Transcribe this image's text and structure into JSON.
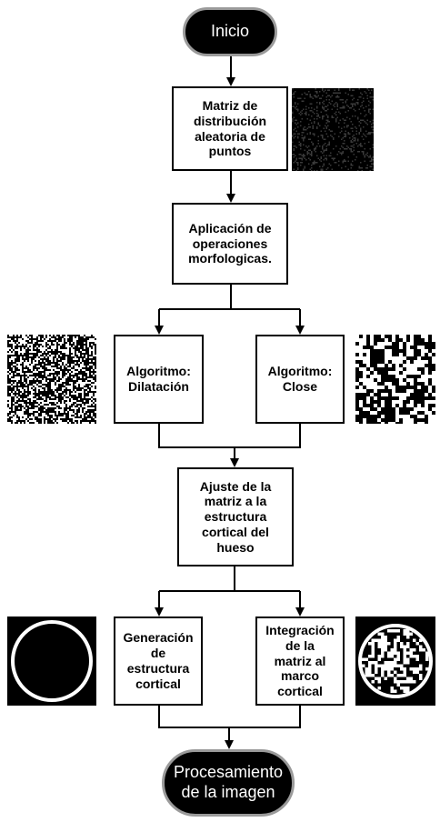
{
  "flowchart": {
    "start": "Inicio",
    "step1": "Matriz de\ndistribución\naleatoria de\npuntos",
    "step2": "Aplicación de\noperaciones\nmorfologicas.",
    "branch1_left": "Algoritmo:\nDilatación",
    "branch1_right": "Algoritmo:\nClose",
    "step3": "Ajuste de la\nmatriz a la\nestructura\ncortical del\nhueso",
    "branch2_left": "Generación\nde\nestructura\ncortical",
    "branch2_right": "Integración\nde la\nmatriz al\nmarco\ncortical",
    "end": "Procesamiento\nde la imagen"
  },
  "thumbnails": [
    {
      "name": "random-points-matrix",
      "content": "sparse-noise"
    },
    {
      "name": "dilation-result",
      "content": "dense-noise"
    },
    {
      "name": "close-result",
      "content": "blob-noise"
    },
    {
      "name": "cortical-ring",
      "content": "ring"
    },
    {
      "name": "integrated-cortical",
      "content": "ring-with-noise"
    }
  ],
  "colors": {
    "line": "#000000",
    "pill_fill": "#000000",
    "pill_border": "#9a9a9a",
    "thumb_bg": "#000000"
  }
}
